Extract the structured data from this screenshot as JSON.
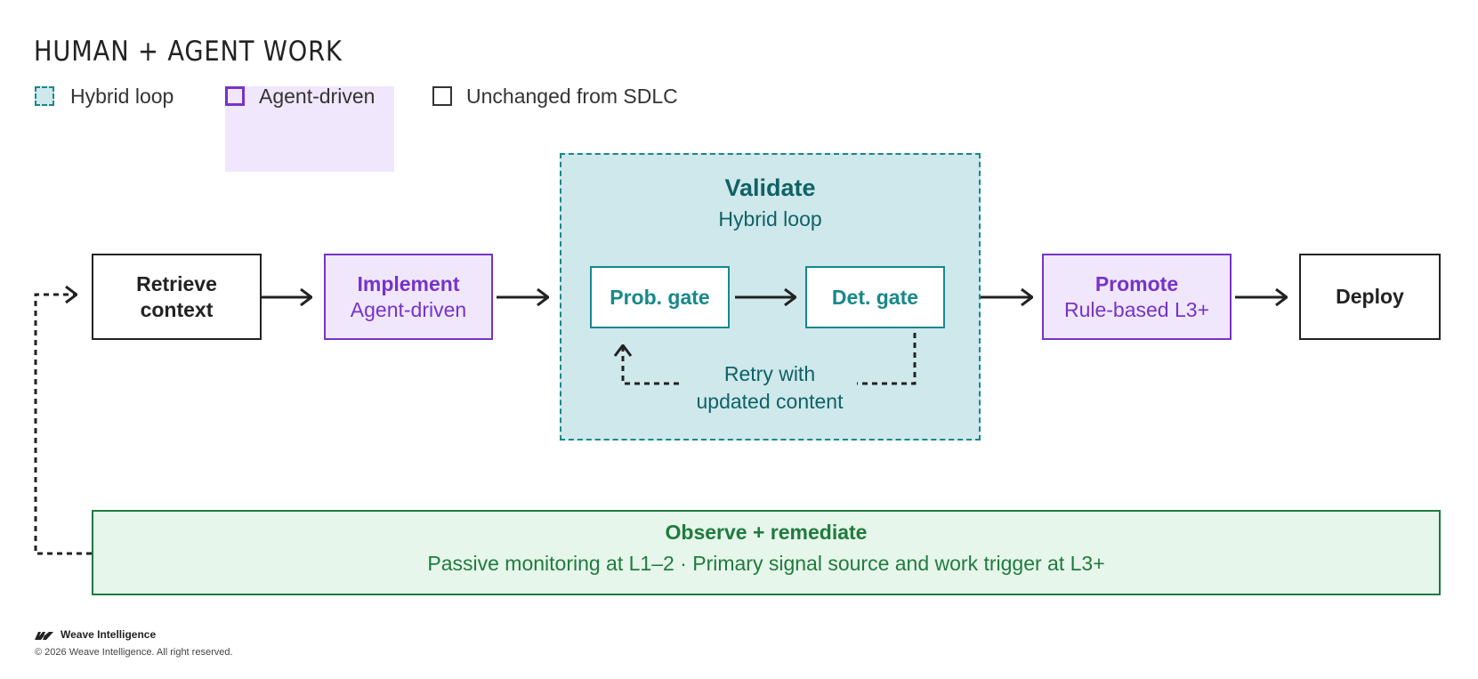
{
  "header": {
    "title": "HUMAN + AGENT WORK"
  },
  "legend": {
    "items": [
      {
        "label": "Hybrid loop",
        "style": "dashed-teal"
      },
      {
        "label": "Agent-driven",
        "style": "solid-purple"
      },
      {
        "label": "Unchanged from SDLC",
        "style": "solid-black"
      }
    ]
  },
  "flow": {
    "retrieve": {
      "line1": "Retrieve",
      "line2": "context"
    },
    "implement": {
      "title": "Implement",
      "subtitle": "Agent-driven"
    },
    "validate": {
      "title": "Validate",
      "subtitle": "Hybrid loop",
      "prob_gate": "Prob. gate",
      "det_gate": "Det. gate",
      "retry_line1": "Retry with",
      "retry_line2": "updated content"
    },
    "promote": {
      "title": "Promote",
      "subtitle": "Rule-based L3+"
    },
    "deploy": {
      "title": "Deploy"
    }
  },
  "observe": {
    "title": "Observe + remediate",
    "description": "Passive monitoring at L1–2 · Primary signal source and work trigger at L3+"
  },
  "footer": {
    "brand": "Weave Intelligence",
    "copyright": "© 2026 Weave Intelligence. All right reserved."
  },
  "colors": {
    "teal_fill": "#cfe8eb",
    "teal_border": "#17888b",
    "teal_text": "#0f6266",
    "purple_fill": "#f0e7fd",
    "purple": "#7633c9",
    "green_fill": "#e7f6ea",
    "green": "#1e7b3f",
    "ink": "#222222"
  }
}
